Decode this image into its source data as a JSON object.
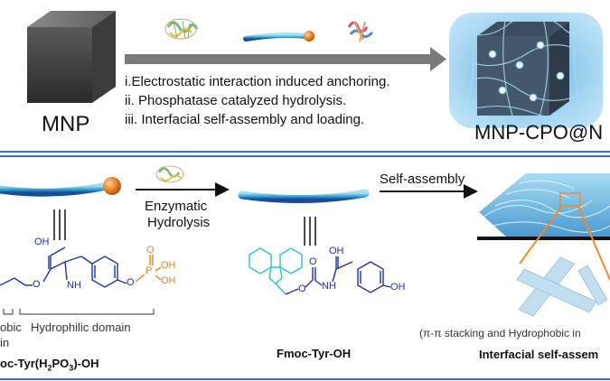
{
  "top": {
    "mnp_label": "MNP",
    "product_label": "MNP-CPO@N",
    "steps": [
      "i.Electrostatic interaction induced anchoring.",
      "ii. Phosphatase catalyzed hydrolysis.",
      "iii. Interfacial self-assembly and loading."
    ]
  },
  "bottom": {
    "enzymatic_line1": "Enzymatic",
    "enzymatic_line2": "Hydrolysis",
    "self_assembly": "Self-assembly",
    "hydrophobic_part1": "obic",
    "hydrophobic_part2": "in",
    "hydrophilic": "Hydrophilic domain",
    "fmoc_tyr_p_name": "oc-Tyr(H2PO3)-OH",
    "fmoc_tyr_name": "Fmoc-Tyr-OH",
    "stacking_note": "(π-π stacking and Hydrophobic in",
    "interfacial": "Interfacial self-assem",
    "chem": {
      "OH": "OH",
      "O": "O",
      "NH": "NH",
      "P": "P"
    }
  },
  "colors": {
    "border_blue": "#3a6fc4",
    "structure_blue": "#1d2fb8",
    "phosphate_orange": "#f07a1a",
    "fmoc_cyan": "#27c4cf",
    "arrow_gray": "#7a7a7a",
    "gel_blue": "#7fc4ea",
    "orange_ball": "#f08a2a"
  },
  "icons": [
    "enzyme-icon",
    "protein-icon",
    "peptide-rod-icon"
  ]
}
